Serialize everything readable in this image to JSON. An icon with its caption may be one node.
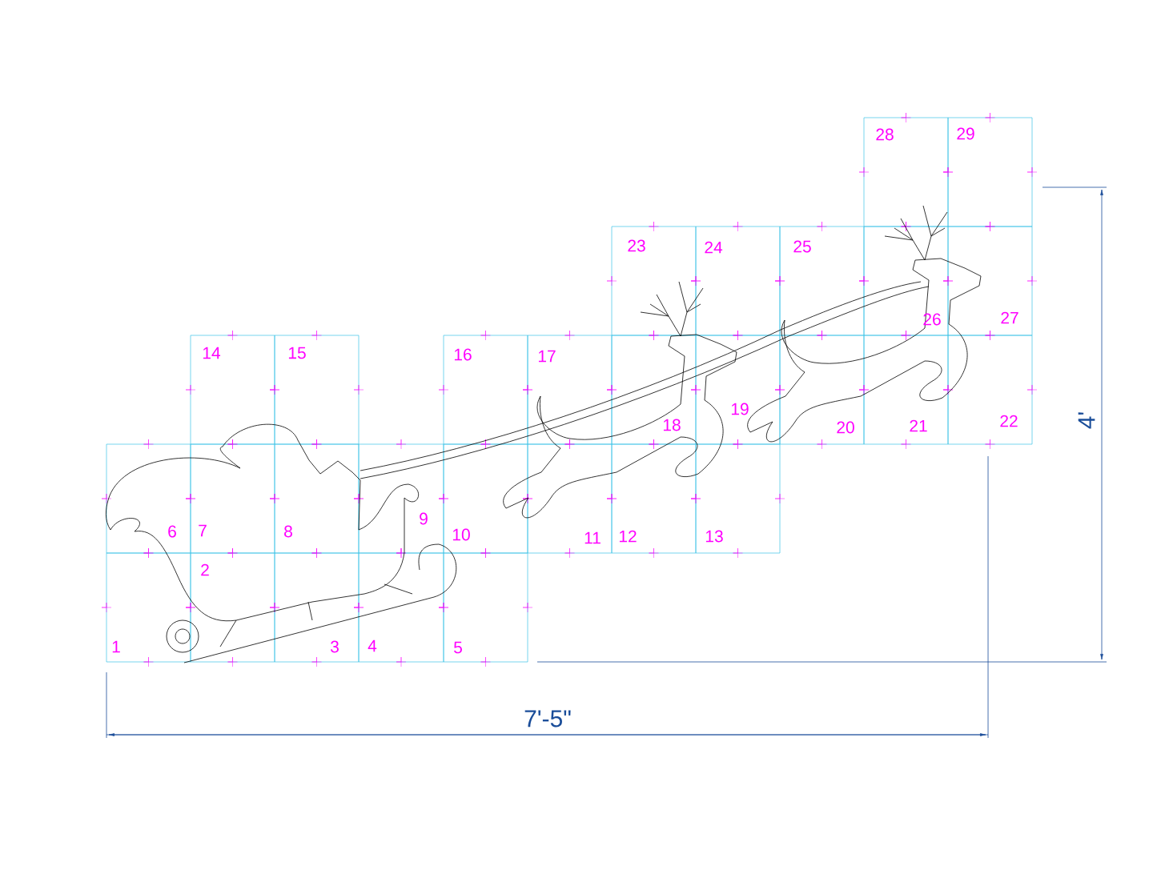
{
  "diagram": {
    "labels": [
      "1",
      "2",
      "3",
      "4",
      "5",
      "6",
      "7",
      "8",
      "9",
      "10",
      "11",
      "12",
      "13",
      "14",
      "15",
      "16",
      "17",
      "18",
      "19",
      "20",
      "21",
      "22",
      "23",
      "24",
      "25",
      "26",
      "27",
      "28",
      "29",
      "7'-5\"",
      "4'"
    ]
  }
}
